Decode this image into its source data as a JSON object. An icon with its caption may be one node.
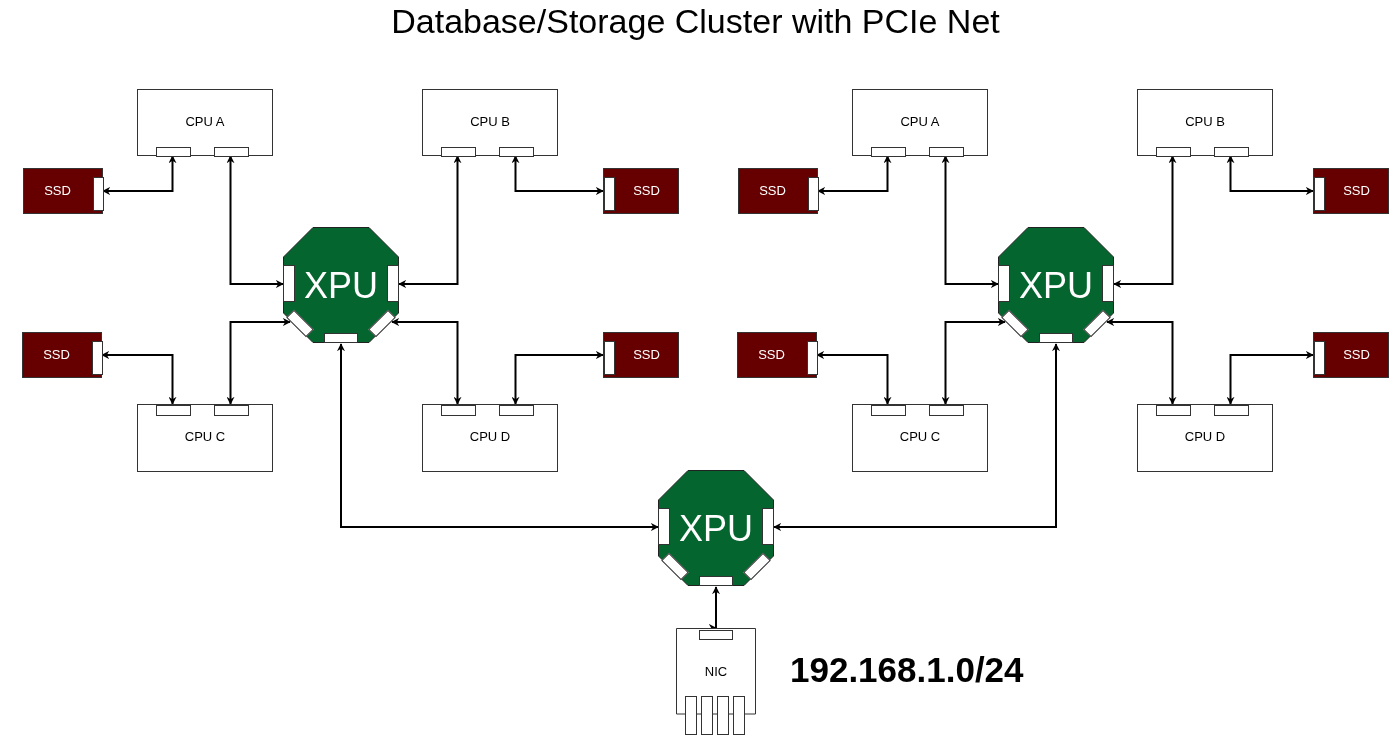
{
  "diagram": {
    "title": "Database/Storage Cluster with PCIe Net",
    "nodes": [
      {
        "text": [
          "CPU A"
        ]
      },
      {
        "text": [
          "CPU B"
        ]
      },
      {
        "text": [
          "SSD"
        ]
      },
      {
        "text": [
          "SSD"
        ]
      },
      {
        "text": [
          "XPU"
        ]
      },
      {
        "text": [
          "SSD"
        ]
      },
      {
        "text": [
          "SSD"
        ]
      },
      {
        "text": [
          "CPU C"
        ]
      },
      {
        "text": [
          "CPU D"
        ]
      },
      {
        "text": [
          "CPU A"
        ]
      },
      {
        "text": [
          "CPU B"
        ]
      },
      {
        "text": [
          "SSD"
        ]
      },
      {
        "text": [
          "SSD"
        ]
      },
      {
        "text": [
          "XPU"
        ]
      },
      {
        "text": [
          "SSD"
        ]
      },
      {
        "text": [
          "SSD"
        ]
      },
      {
        "text": [
          "CPU C"
        ]
      },
      {
        "text": [
          "CPU D"
        ]
      },
      {
        "text": [
          "XPU"
        ]
      },
      {
        "text": [
          "NIC"
        ]
      }
    ],
    "edges": [
      {
        "from": 2,
        "to": 0,
        "arrow": "both"
      },
      {
        "from": 0,
        "to": 4,
        "arrow": "both"
      },
      {
        "from": 1,
        "to": 4,
        "arrow": "both"
      },
      {
        "from": 1,
        "to": 3,
        "arrow": "both"
      },
      {
        "from": 5,
        "to": 7,
        "arrow": "both"
      },
      {
        "from": 7,
        "to": 4,
        "arrow": "both"
      },
      {
        "from": 4,
        "to": 8,
        "arrow": "both"
      },
      {
        "from": 8,
        "to": 6,
        "arrow": "both"
      },
      {
        "from": 11,
        "to": 9,
        "arrow": "both"
      },
      {
        "from": 9,
        "to": 13,
        "arrow": "both"
      },
      {
        "from": 10,
        "to": 13,
        "arrow": "both"
      },
      {
        "from": 10,
        "to": 12,
        "arrow": "both"
      },
      {
        "from": 14,
        "to": 16,
        "arrow": "both"
      },
      {
        "from": 16,
        "to": 13,
        "arrow": "both"
      },
      {
        "from": 13,
        "to": 17,
        "arrow": "both"
      },
      {
        "from": 17,
        "to": 15,
        "arrow": "both"
      },
      {
        "from": 4,
        "to": 18,
        "arrow": "both"
      },
      {
        "from": 18,
        "to": 13,
        "arrow": "both"
      },
      {
        "from": 18,
        "to": 19,
        "arrow": "both"
      }
    ],
    "labels": [
      "192.168.1.0/24"
    ]
  }
}
